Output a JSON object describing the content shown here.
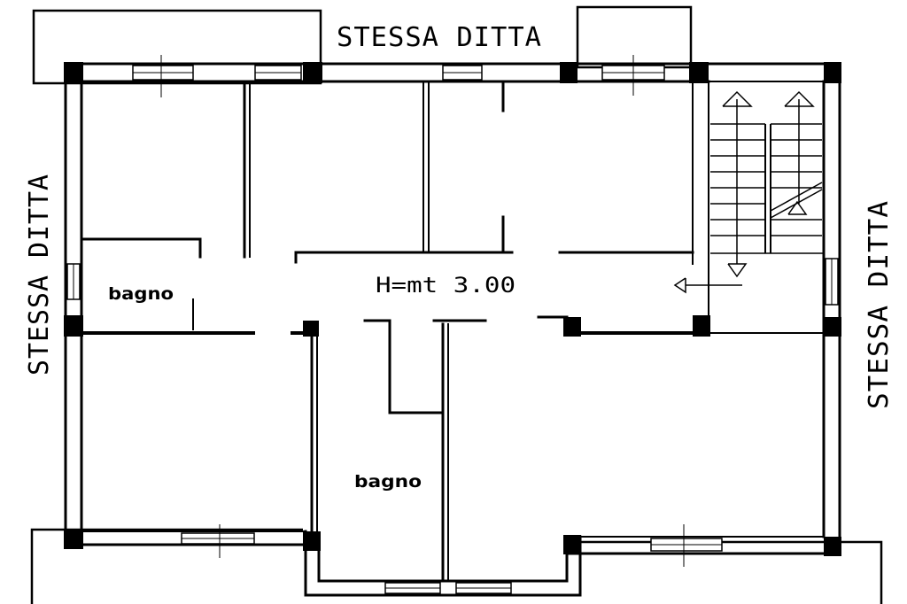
{
  "plan": {
    "neighbor_top": "STESSA DITTA",
    "neighbor_left": "STESSA DITTA",
    "neighbor_right": "STESSA DITTA",
    "ceiling_height": "H=mt 3.00",
    "room_bathroom_left": "bagno",
    "room_bathroom_center": "bagno"
  }
}
